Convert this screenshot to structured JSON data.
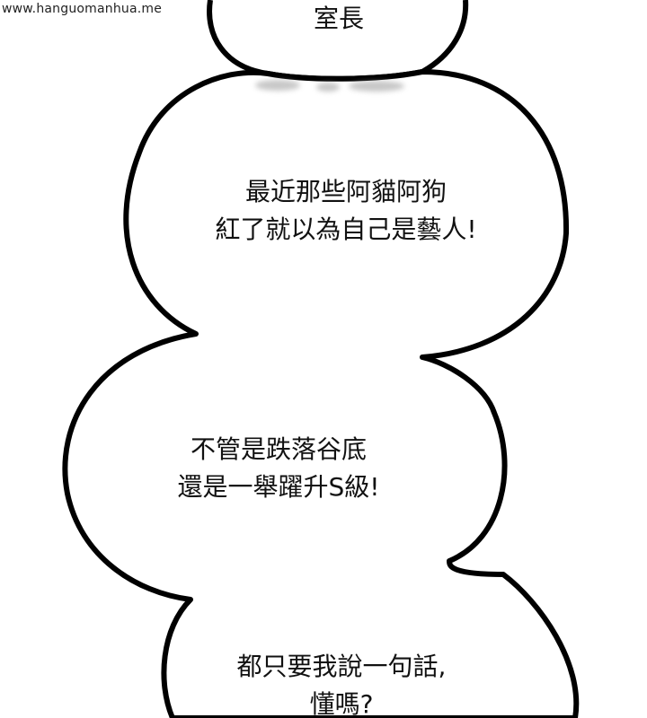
{
  "watermark": "www.hanguomanhua.me",
  "balloons": {
    "top_balloon": {
      "lines": [
        "室長"
      ]
    },
    "balloon_1": {
      "lines": [
        "最近那些阿貓阿狗",
        "紅了就以為自己是藝人!"
      ]
    },
    "balloon_2": {
      "lines": [
        "不管是跌落谷底",
        "還是一舉躍升S級!"
      ]
    },
    "balloon_3": {
      "lines": [
        "都只要我說一句話,",
        "懂嗎?"
      ]
    }
  },
  "colors": {
    "background": "#ffffff",
    "outline": "#000000",
    "text": "#111111"
  }
}
